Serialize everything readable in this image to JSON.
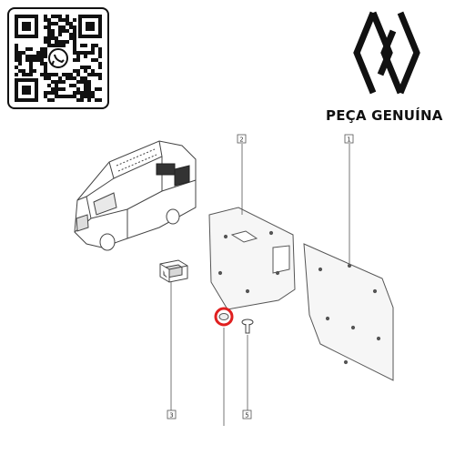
{
  "brand": {
    "logo_icon": "renault-diamond-logo-icon",
    "genuine_label": "PEÇA GENUÍNA",
    "qr_icon": "whatsapp-qr-code-icon",
    "whatsapp_icon": "whatsapp-icon",
    "whatsapp_color": "#25D366"
  },
  "diagram": {
    "vehicle_icon": "van-vehicle-icon",
    "callouts": [
      {
        "id": "callout-1",
        "label": "1"
      },
      {
        "id": "callout-2",
        "label": "2"
      },
      {
        "id": "callout-3",
        "label": "3"
      },
      {
        "id": "callout-5",
        "label": "5"
      }
    ],
    "highlight_color": "#e02020"
  }
}
